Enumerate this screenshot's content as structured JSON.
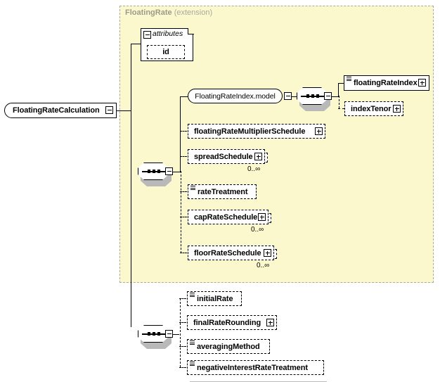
{
  "diagram": {
    "type": "xml-schema-diagram",
    "root": {
      "label": "FloatingRateCalculation",
      "expander": "minus",
      "name": "root-node"
    },
    "extension": {
      "title": "FloatingRate",
      "subtitle": "(extension)",
      "bg_color": "#fbf8ce",
      "border_color": "#aaa9a0"
    },
    "attributes_group": {
      "label": "attributes",
      "expander": "minus",
      "items": [
        {
          "label": "id",
          "optional": true
        }
      ]
    },
    "sequence_upper": {
      "name": "sequence-node-upper",
      "expander": "minus"
    },
    "sequence_lower": {
      "name": "sequence-node-lower",
      "expander": "minus"
    },
    "model_node": {
      "label": "FloatingRateIndex.model",
      "expander": "minus"
    },
    "inner_sequence": {
      "name": "sequence-node-inner",
      "expander": "minus"
    },
    "inner_elements": [
      {
        "label": "floatingRateIndex",
        "optional": false,
        "expander": "plus",
        "type_icon": true,
        "cardinality": ""
      },
      {
        "label": "indexTenor",
        "optional": true,
        "expander": "plus",
        "type_icon": false,
        "cardinality": ""
      }
    ],
    "upper_elements": [
      {
        "label": "floatingRateMultiplierSchedule",
        "optional": true,
        "expander": "plus",
        "type_icon": false,
        "cardinality": ""
      },
      {
        "label": "spreadSchedule",
        "optional": true,
        "expander": "plus",
        "type_icon": false,
        "cardinality": "0..∞"
      },
      {
        "label": "rateTreatment",
        "optional": true,
        "expander": "none",
        "type_icon": true,
        "cardinality": ""
      },
      {
        "label": "capRateSchedule",
        "optional": true,
        "expander": "plus",
        "type_icon": false,
        "cardinality": "0..∞"
      },
      {
        "label": "floorRateSchedule",
        "optional": true,
        "expander": "plus",
        "type_icon": false,
        "cardinality": "0..∞"
      }
    ],
    "lower_elements": [
      {
        "label": "initialRate",
        "optional": true,
        "expander": "none",
        "type_icon": true,
        "cardinality": ""
      },
      {
        "label": "finalRateRounding",
        "optional": true,
        "expander": "plus",
        "type_icon": false,
        "cardinality": ""
      },
      {
        "label": "averagingMethod",
        "optional": true,
        "expander": "none",
        "type_icon": true,
        "cardinality": ""
      },
      {
        "label": "negativeInterestRateTreatment",
        "optional": true,
        "expander": "none",
        "type_icon": true,
        "cardinality": ""
      }
    ]
  }
}
